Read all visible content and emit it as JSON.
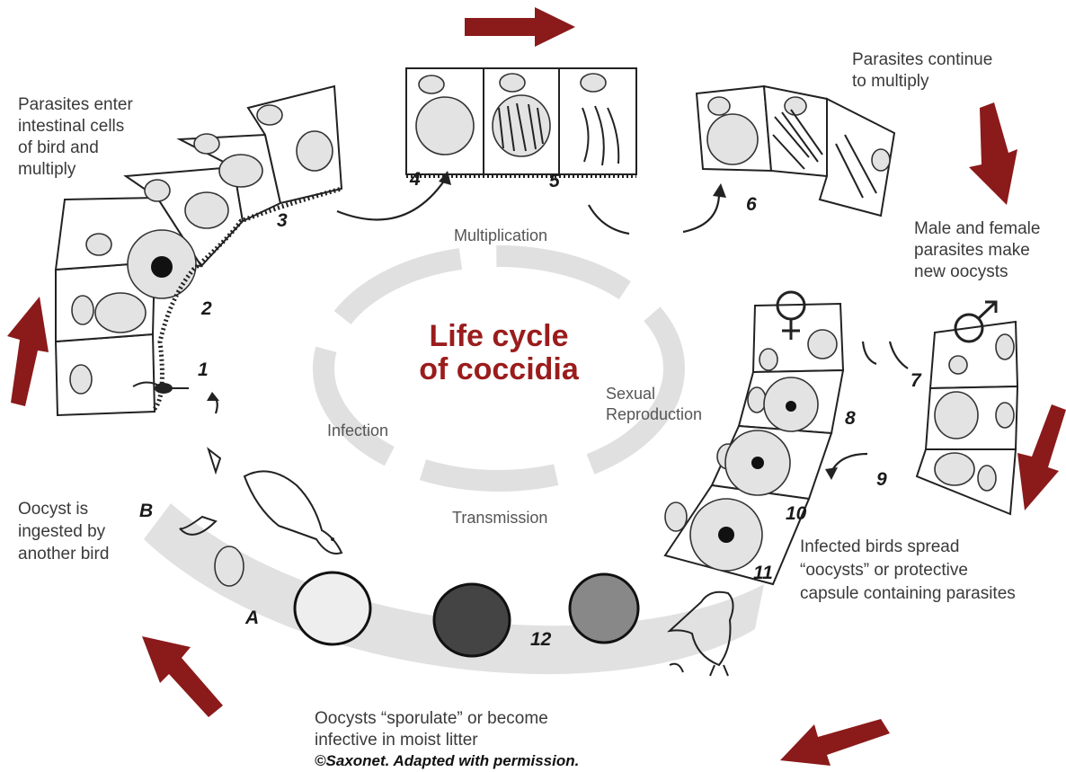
{
  "title": {
    "line1": "Life cycle",
    "line2": "of coccidia"
  },
  "phases": {
    "multiplication": "Multiplication",
    "sexual_line1": "Sexual",
    "sexual_line2": "Reproduction",
    "infection": "Infection",
    "transmission": "Transmission"
  },
  "annotations": {
    "enter": [
      "Parasites enter",
      "intestinal cells",
      "of bird and",
      "multiply"
    ],
    "continue": [
      "Parasites continue",
      "to multiply"
    ],
    "oocysts": [
      "Male and female",
      "parasites make",
      "new oocysts"
    ],
    "spread": [
      "Infected birds spread",
      "“oocysts” or protective",
      "capsule containing parasites"
    ],
    "ingested": [
      "Oocyst is",
      "ingested by",
      "another bird"
    ],
    "sporulate": [
      "Oocysts “sporulate” or become",
      "infective in moist litter"
    ]
  },
  "stage_labels": [
    "1",
    "2",
    "3",
    "4",
    "5",
    "6",
    "7",
    "8",
    "9",
    "10",
    "11",
    "12",
    "A",
    "B"
  ],
  "symbols": {
    "female": "♀",
    "male": "♂"
  },
  "credit": "©Saxonet. Adapted with permission.",
  "colors": {
    "arrow": "#8b1a1a",
    "title": "#9b1c1c",
    "band": "#dcdcdc"
  },
  "icons": [
    "duck-icon",
    "gull-icon",
    "female-symbol-icon",
    "male-symbol-icon"
  ]
}
